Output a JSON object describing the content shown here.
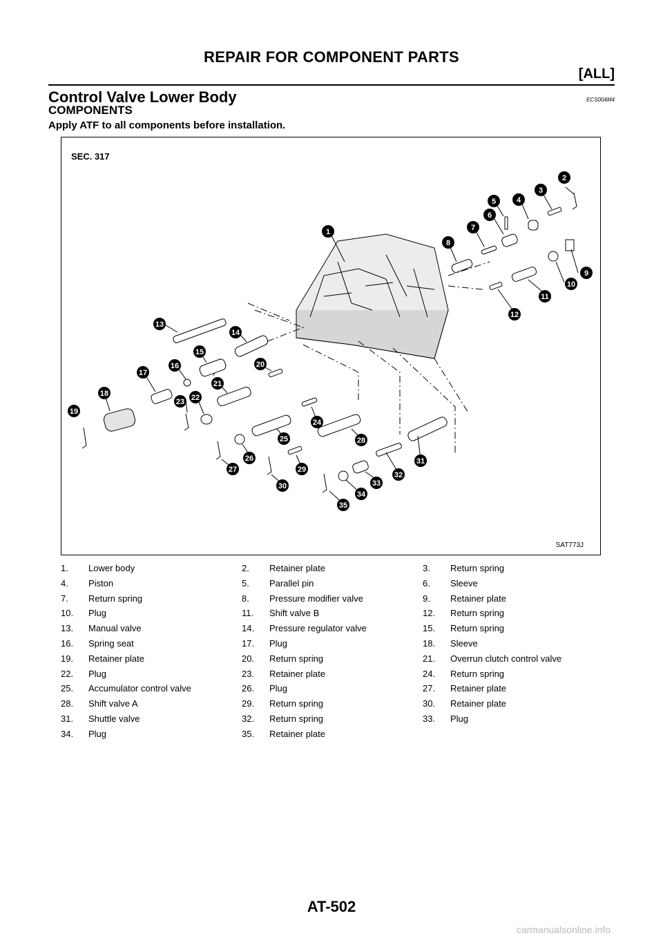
{
  "header": {
    "title": "REPAIR FOR COMPONENT PARTS",
    "section": "[ALL]"
  },
  "section": {
    "title": "Control Valve Lower Body",
    "code": "ECS004M4",
    "subtitle": "COMPONENTS",
    "instruction": "Apply ATF to all components before installation."
  },
  "figure": {
    "sec_label": "SEC. 317",
    "code": "SAT773J"
  },
  "parts": [
    {
      "num": "1.",
      "name": "Lower body"
    },
    {
      "num": "2.",
      "name": "Retainer plate"
    },
    {
      "num": "3.",
      "name": "Return spring"
    },
    {
      "num": "4.",
      "name": "Piston"
    },
    {
      "num": "5.",
      "name": "Parallel pin"
    },
    {
      "num": "6.",
      "name": "Sleeve"
    },
    {
      "num": "7.",
      "name": "Return spring"
    },
    {
      "num": "8.",
      "name": "Pressure modifier valve"
    },
    {
      "num": "9.",
      "name": "Retainer plate"
    },
    {
      "num": "10.",
      "name": "Plug"
    },
    {
      "num": "11.",
      "name": "Shift valve B"
    },
    {
      "num": "12.",
      "name": "Return spring"
    },
    {
      "num": "13.",
      "name": "Manual valve"
    },
    {
      "num": "14.",
      "name": "Pressure regulator valve"
    },
    {
      "num": "15.",
      "name": "Return spring"
    },
    {
      "num": "16.",
      "name": "Spring seat"
    },
    {
      "num": "17.",
      "name": "Plug"
    },
    {
      "num": "18.",
      "name": "Sleeve"
    },
    {
      "num": "19.",
      "name": "Retainer plate"
    },
    {
      "num": "20.",
      "name": "Return spring"
    },
    {
      "num": "21.",
      "name": "Overrun clutch control valve"
    },
    {
      "num": "22.",
      "name": "Plug"
    },
    {
      "num": "23.",
      "name": "Retainer plate"
    },
    {
      "num": "24.",
      "name": "Return spring"
    },
    {
      "num": "25.",
      "name": "Accumulator control valve"
    },
    {
      "num": "26.",
      "name": "Plug"
    },
    {
      "num": "27.",
      "name": "Retainer plate"
    },
    {
      "num": "28.",
      "name": "Shift valve A"
    },
    {
      "num": "29.",
      "name": "Return spring"
    },
    {
      "num": "30.",
      "name": "Retainer plate"
    },
    {
      "num": "31.",
      "name": "Shuttle valve"
    },
    {
      "num": "32.",
      "name": "Return spring"
    },
    {
      "num": "33.",
      "name": "Plug"
    },
    {
      "num": "34.",
      "name": "Plug"
    },
    {
      "num": "35.",
      "name": "Retainer plate"
    }
  ],
  "callouts": [
    "1",
    "2",
    "3",
    "4",
    "5",
    "6",
    "7",
    "8",
    "9",
    "10",
    "11",
    "12",
    "13",
    "14",
    "15",
    "16",
    "17",
    "18",
    "19",
    "20",
    "21",
    "22",
    "23",
    "24",
    "25",
    "26",
    "27",
    "28",
    "29",
    "30",
    "31",
    "32",
    "33",
    "34",
    "35"
  ],
  "footer": {
    "page": "AT-502",
    "watermark": "carmanualsonline.info"
  }
}
